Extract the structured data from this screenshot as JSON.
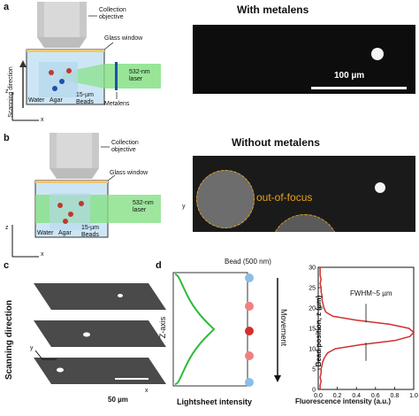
{
  "panel_a": {
    "letter": "a",
    "objective_label": "Collection objective",
    "glass_label": "Glass window",
    "laser_label": "532-nm laser",
    "metalens_label": "Metalens",
    "scan_label": "Scanning direction",
    "z_label": "z",
    "x_label": "x",
    "water_label": "Water",
    "agar_label": "Agar",
    "beads_label": "15-µm Beads",
    "image_title": "With metalens",
    "scalebar_label": "100 µm"
  },
  "panel_b": {
    "letter": "b",
    "objective_label": "Collection objective",
    "glass_label": "Glass window",
    "laser_label": "532-nm laser",
    "z_label": "z",
    "x_label": "x",
    "water_label": "Water",
    "agar_label": "Agar",
    "beads_label": "15-µm Beads",
    "image_title": "Without metalens",
    "y_label": "y",
    "oof_label": "out-of-focus"
  },
  "panel_c": {
    "letter": "c",
    "scan_label": "Scanning direction",
    "y_label": "y",
    "x_label": "x",
    "scalebar_label": "50 µm"
  },
  "panel_d": {
    "letter": "d",
    "bead_label": "Bead (500 nm)",
    "zaxis_label": "Z-axis",
    "movement_label": "Movement",
    "xlabel": "Lightsheet intensity"
  },
  "colors": {
    "laser": "#86e086",
    "water": "#cde6f5",
    "objective": "#c9c9c9",
    "metalens": "#1f4fb0",
    "oof": "#e6a21b",
    "profile": "#d03030"
  },
  "chart_data": {
    "type": "line",
    "title": "",
    "xlabel": "Fluorescence intensity (a.u.)",
    "ylabel": "Bead position, z (µm)",
    "xlim": [
      0,
      1.0
    ],
    "ylim": [
      0,
      30
    ],
    "xticks": [
      "0.0",
      "0.2",
      "0.4",
      "0.6",
      "0.8",
      "1.0"
    ],
    "yticks": [
      "0",
      "5",
      "10",
      "15",
      "20",
      "25",
      "30"
    ],
    "annotation": "FWHM~5 µm",
    "series": [
      {
        "x": [
          0.02,
          0.02,
          0.03,
          0.02,
          0.03,
          0.03,
          0.04,
          0.05,
          0.07,
          0.1,
          0.18,
          0.45,
          0.8,
          0.96,
          1.0,
          0.95,
          0.75,
          0.4,
          0.15,
          0.08,
          0.06,
          0.05,
          0.04,
          0.04,
          0.03,
          0.03,
          0.02,
          0.03,
          0.02,
          0.02
        ],
        "y": [
          0,
          1,
          2,
          3,
          4,
          5,
          6,
          7,
          8,
          9,
          10,
          11,
          12,
          13,
          14,
          15,
          16,
          17,
          18,
          19,
          20,
          21,
          22,
          23,
          24,
          25,
          26,
          27,
          28,
          30
        ]
      }
    ]
  }
}
